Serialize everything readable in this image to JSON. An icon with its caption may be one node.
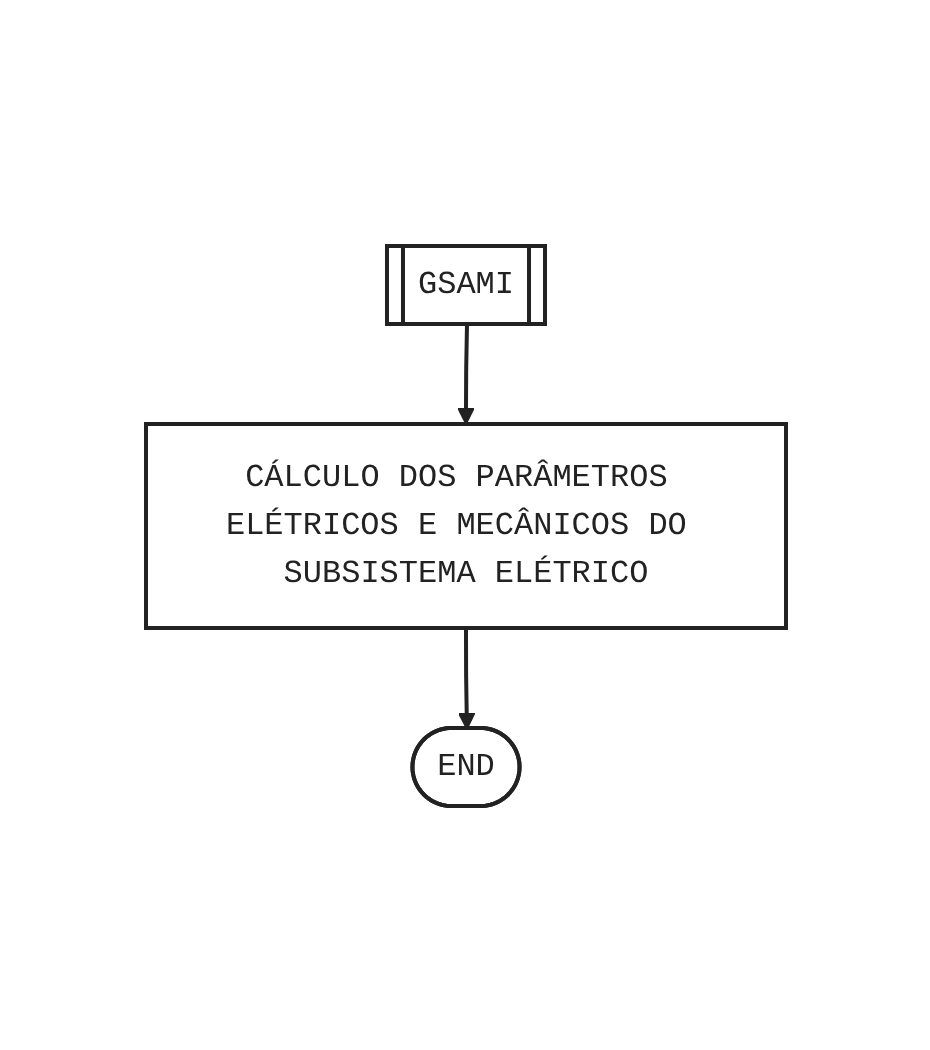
{
  "diagram": {
    "nodes": [
      {
        "text": [
          "GSAMI"
        ]
      },
      {
        "text": [
          "CÁLCULO DOS PARÂMETROS ELÉTRICOS E MECÂNICOS DO SUBSISTEMA ELÉTRICO"
        ]
      },
      {
        "text": [
          "END"
        ]
      }
    ],
    "edges": [
      {
        "from": 0,
        "to": 1,
        "arrow": "to"
      },
      {
        "from": 1,
        "to": 2,
        "arrow": "to"
      }
    ]
  }
}
